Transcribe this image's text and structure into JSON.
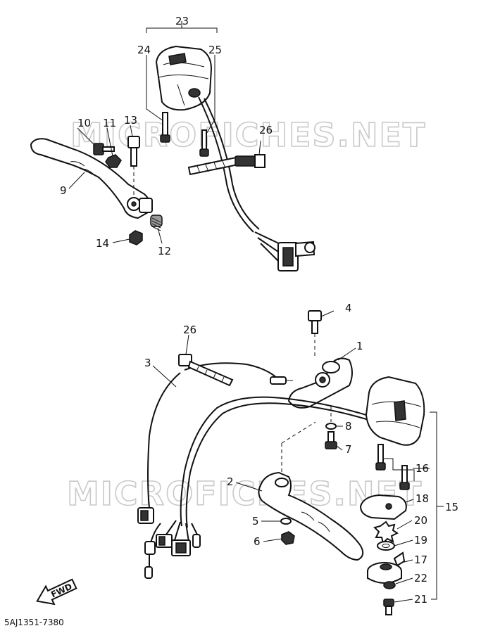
{
  "watermark": "MICROFICHES.NET",
  "part_code": "5AJ1351-7380",
  "fwd_label": "FWD",
  "callouts": {
    "c1": "1",
    "c2": "2",
    "c3": "3",
    "c4": "4",
    "c5": "5",
    "c6": "6",
    "c7": "7",
    "c8": "8",
    "c9": "9",
    "c10": "10",
    "c11": "11",
    "c12": "12",
    "c13": "13",
    "c14": "14",
    "c15": "15",
    "c16": "16",
    "c17": "17",
    "c18": "18",
    "c19": "19",
    "c20": "20",
    "c21": "21",
    "c22": "22",
    "c23": "23",
    "c24": "24",
    "c25": "25",
    "c26a": "26",
    "c26b": "26"
  }
}
